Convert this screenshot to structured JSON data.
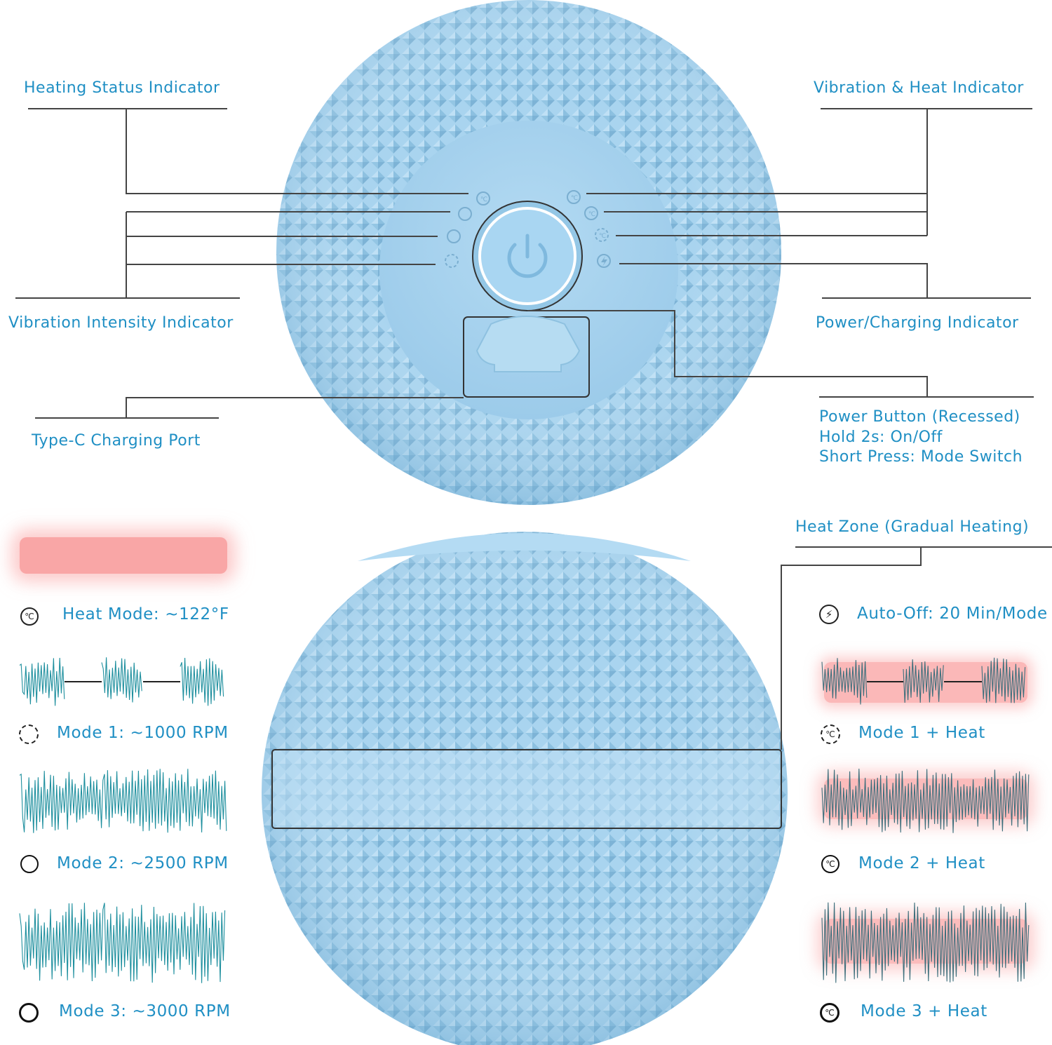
{
  "colors": {
    "label": "#1f8fc4",
    "ball": "#a8d3ee",
    "ball_dark": "#7fb6d8",
    "leader": "#444444",
    "wave": "#1e8f9e",
    "heat": "#f9a0a0"
  },
  "top_labels": {
    "heating_status": "Heating Status Indicator",
    "vibration_heat": "Vibration & Heat Indicator",
    "vibration_intensity": "Vibration Intensity Indicator",
    "power_charging": "Power/Charging Indicator",
    "type_c": "Type-C Charging Port",
    "power_button_line1": "Power Button (Recessed)",
    "power_button_line2": "Hold 2s: On/Off",
    "power_button_line3": "Short Press: Mode Switch"
  },
  "heat_zone_label": "Heat Zone (Gradual Heating)",
  "left_modes": [
    {
      "icon": "celsius-icon",
      "label": "Heat Mode: ~122°F"
    },
    {
      "icon": "dashed-circle-icon",
      "label": "Mode 1: ~1000 RPM"
    },
    {
      "icon": "thin-circle-icon",
      "label": "Mode 2: ~2500 RPM"
    },
    {
      "icon": "bold-circle-icon",
      "label": "Mode 3: ~3000 RPM"
    }
  ],
  "right_modes": [
    {
      "icon": "lightning-icon",
      "label": "Auto-Off: 20 Min/Mode"
    },
    {
      "icon": "dashed-celsius-icon",
      "label": "Mode 1 + Heat"
    },
    {
      "icon": "thin-celsius-icon",
      "label": "Mode 2 + Heat"
    },
    {
      "icon": "bold-celsius-icon",
      "label": "Mode 3 + Heat"
    }
  ]
}
